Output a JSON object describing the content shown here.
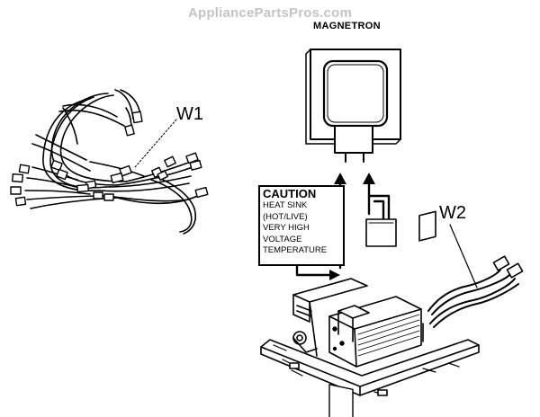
{
  "watermark": "AppliancePartsPros.com",
  "labels": {
    "magnetron": "MAGNETRON",
    "w1": "W1",
    "w2": "W2"
  },
  "caution": {
    "title": "CAUTION",
    "lines": [
      "HEAT SINK",
      "(HOT/LIVE)",
      "VERY HIGH",
      "VOLTAGE",
      "TEMPERATURE"
    ]
  },
  "colors": {
    "ink": "#000000",
    "watermark": "#c4c4c4",
    "background": "#ffffff"
  }
}
